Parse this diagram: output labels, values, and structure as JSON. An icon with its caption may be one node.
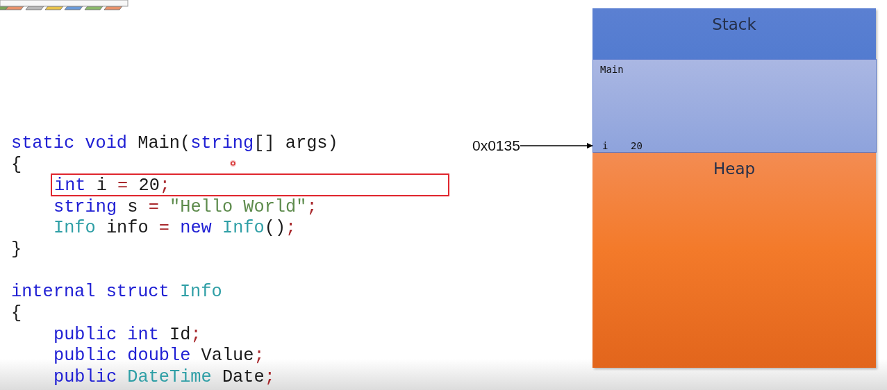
{
  "diagram": {
    "nodes": [
      {
        "text": [
          "Stack"
        ]
      },
      {
        "text": [
          "Main"
        ],
        "in": 0
      },
      {
        "text": [
          "i",
          "20"
        ],
        "in": 1
      },
      {
        "text": [
          "Heap"
        ]
      },
      {
        "text": [
          "0x0135"
        ]
      },
      {
        "text": [
          "int i = 20;"
        ]
      }
    ],
    "edges": [
      {
        "from": 4,
        "to": 2,
        "arrow": "to"
      }
    ],
    "labels": [
      "static void Main(string[] args)",
      "{",
      "string s = \"Hello World\";",
      "Info info = new Info();",
      "}",
      "internal struct Info",
      "{",
      "public int Id;",
      "public double Value;",
      "public DateTime Date;"
    ]
  }
}
